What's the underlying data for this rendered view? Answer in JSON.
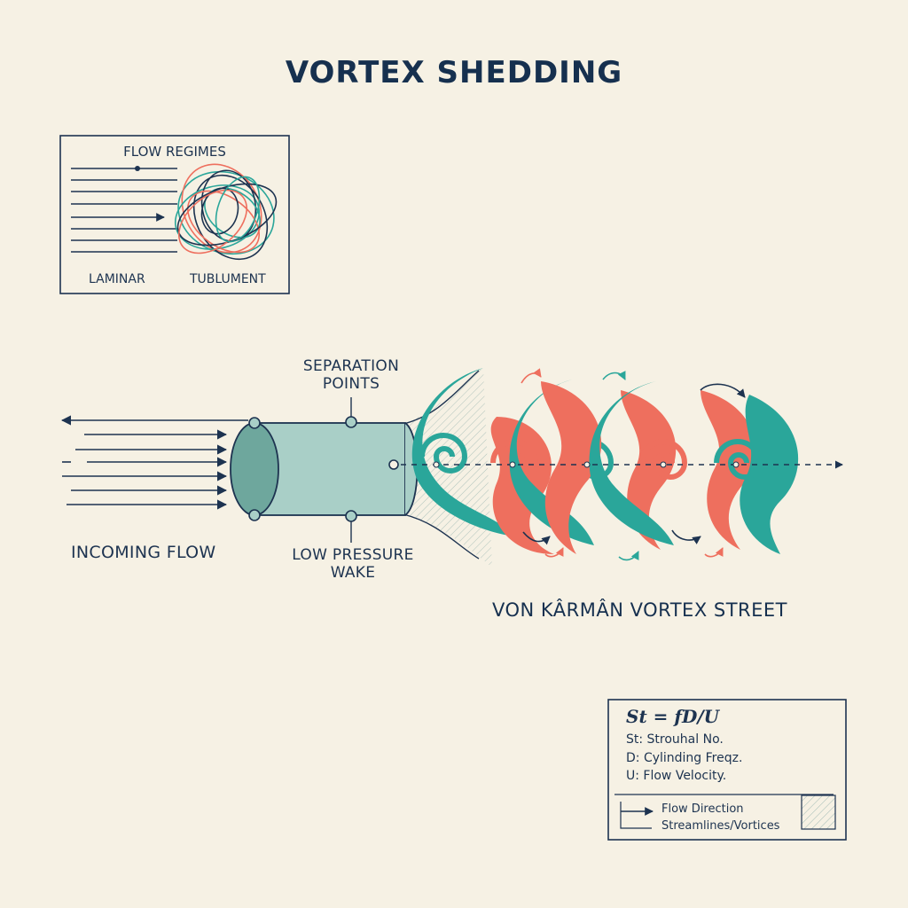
{
  "title": "VORTEX SHEDDING",
  "inset": {
    "title": "FLOW REGIMES",
    "left_label": "LAMINAR",
    "right_label": "TUBLUMENT"
  },
  "labels": {
    "separation": [
      "SEPARATION",
      "POINTS"
    ],
    "incoming": "INCOMING FLOW",
    "wake": [
      "LOW PRESSURE",
      "WAKE"
    ],
    "street": "VON KÂRMÂN VORTEX STREET"
  },
  "legend": {
    "formula_lhs": "St",
    "formula_eq": " = ",
    "formula_rhs": "fD/U",
    "lines": [
      "St: Strouhal No.",
      "D: Cylinding Freqz.",
      "U: Flow Velocity."
    ],
    "items": [
      "Flow Direction",
      "Streamlines/Vortices"
    ]
  },
  "colors": {
    "navy": "#1d3350",
    "teal": "#2aa69a",
    "coral": "#ee6f5e",
    "cylinder": "#a9cfc7",
    "cylinder_end": "#6ea79d",
    "background": "#f6f1e4"
  }
}
